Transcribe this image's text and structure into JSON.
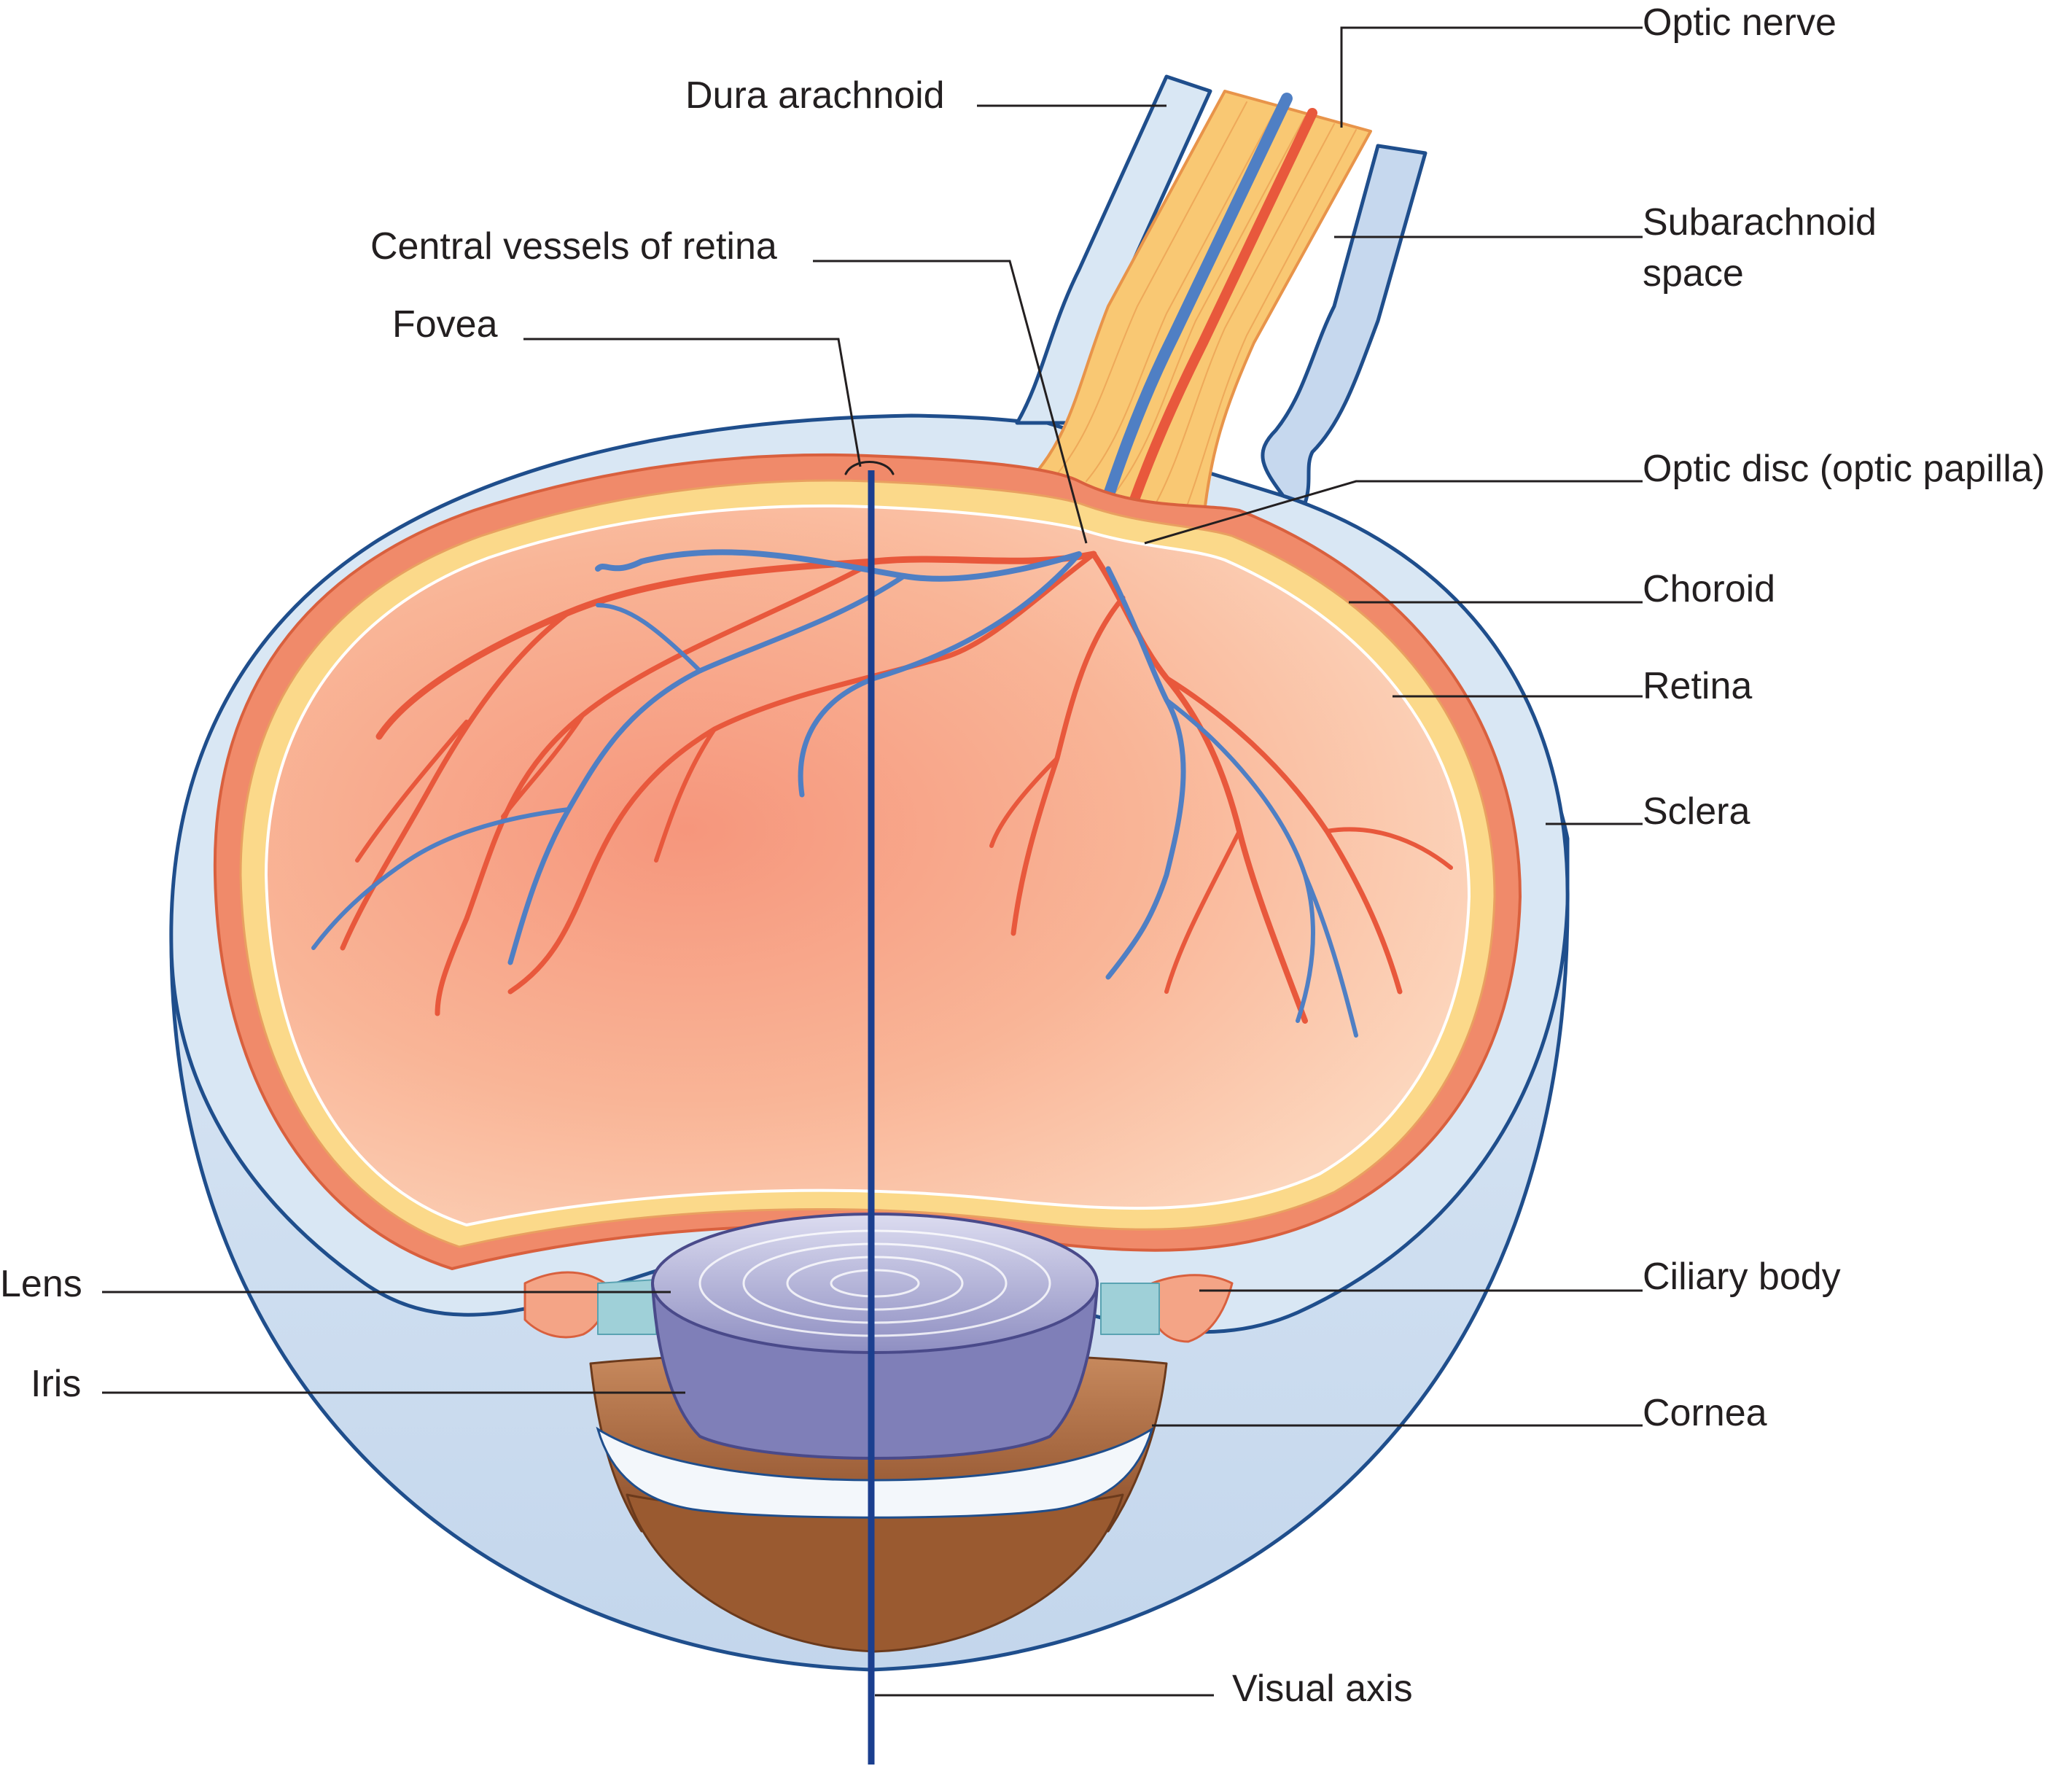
{
  "labels": {
    "optic_nerve": "Optic nerve",
    "dura_arachnoid": "Dura arachnoid",
    "subarachnoid_line1": "Subarachnoid",
    "subarachnoid_line2": "space",
    "central_vessels": "Central vessels of retina",
    "fovea": "Fovea",
    "optic_disc": "Optic disc (optic papilla)",
    "choroid": "Choroid",
    "retina": "Retina",
    "sclera": "Sclera",
    "lens": "Lens",
    "ciliary_body": "Ciliary body",
    "iris": "Iris",
    "cornea": "Cornea",
    "visual_axis": "Visual axis"
  },
  "colors": {
    "sclera": "#dce9f5",
    "sclera_outline": "#1f4e8c",
    "choroid": "#f08a6a",
    "retina_layer": "#fbd98a",
    "retina_inner": "#f7a383",
    "artery": "#e8583c",
    "vein": "#4f7fc4",
    "nerve": "#f9c873",
    "lens": "#b9b8dc",
    "iris": "#a9643a",
    "axis": "#1b3f8f"
  }
}
